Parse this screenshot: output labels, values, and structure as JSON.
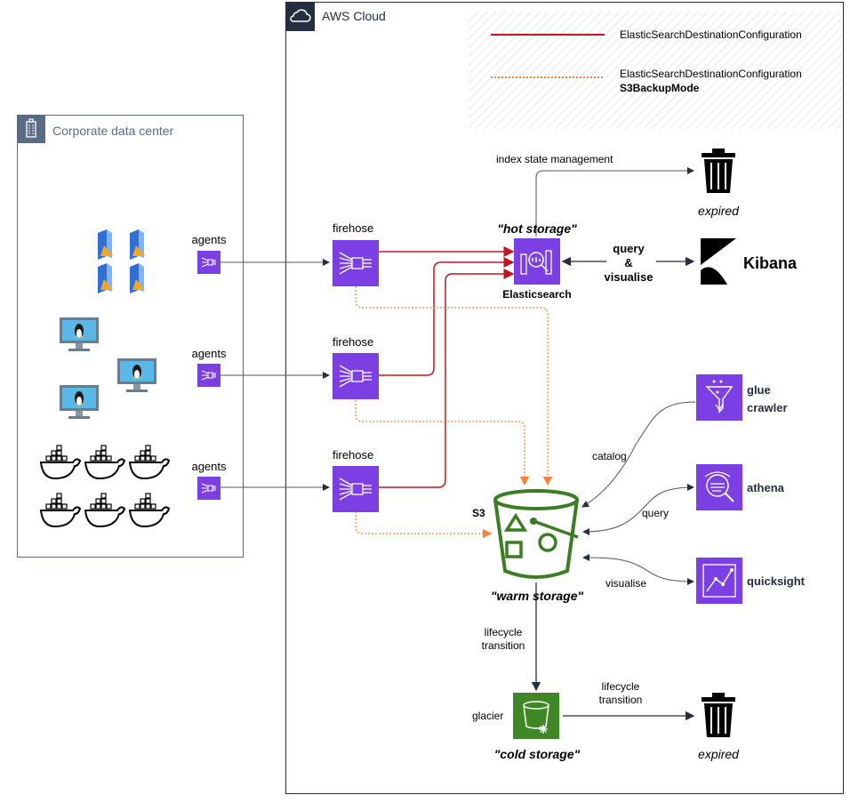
{
  "aws_cloud": {
    "title": "AWS Cloud"
  },
  "corporate": {
    "title": "Corporate data center"
  },
  "legend": {
    "line1": "ElasticSearchDestinationConfiguration",
    "line2a": "ElasticSearchDestinationConfiguration",
    "line2b": "S3BackupMode",
    "red_color": "#c7131f",
    "orange_color": "#f58536"
  },
  "agents": {
    "label": "agents"
  },
  "firehose": {
    "label": "firehose"
  },
  "elasticsearch": {
    "label": "Elasticsearch",
    "tier": "\"hot storage\""
  },
  "ism": {
    "label": "index state management"
  },
  "expired": {
    "label": "expired"
  },
  "query_visualise": {
    "line1": "query",
    "line2": "&",
    "line3": "visualise"
  },
  "kibana": {
    "label": "Kibana"
  },
  "s3": {
    "label": "S3",
    "tier": "\"warm storage\""
  },
  "glue": {
    "line1": "glue",
    "line2": "crawler",
    "edge": "catalog"
  },
  "athena": {
    "label": "athena",
    "edge": "query"
  },
  "quicksight": {
    "label": "quicksight",
    "edge": "visualise"
  },
  "lifecycle": {
    "line1": "lifecycle",
    "line2": "transition"
  },
  "glacier": {
    "label": "glacier",
    "tier": "\"cold storage\""
  }
}
